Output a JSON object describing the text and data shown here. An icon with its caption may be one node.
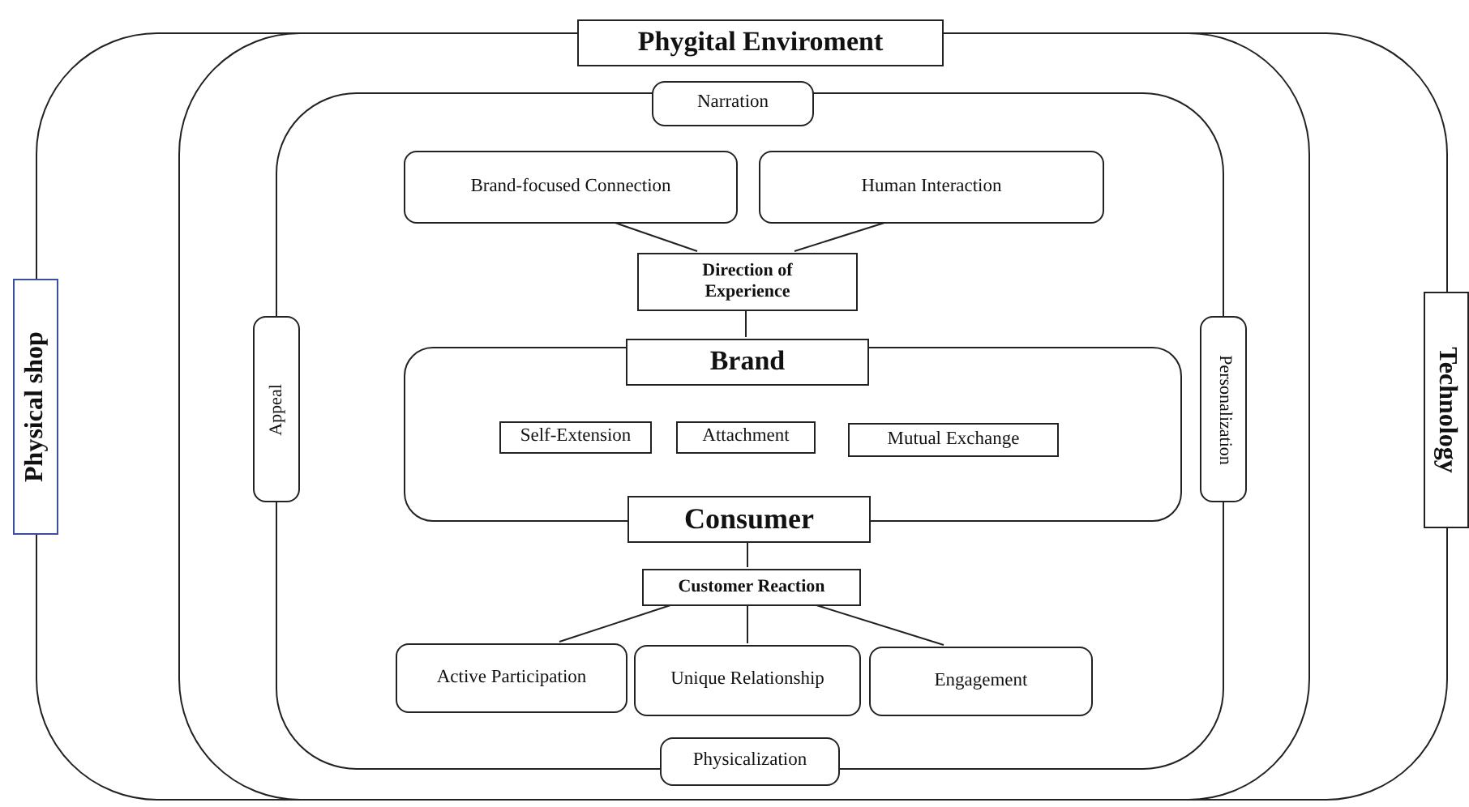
{
  "diagram": {
    "nodes": [
      {
        "text": [
          "Physical shop"
        ]
      },
      {
        "text": [
          "Technology"
        ]
      },
      {
        "text": [
          "Phygital Enviroment"
        ]
      },
      {
        "text": [],
        "shape": "box"
      },
      {
        "text": [
          "Narration"
        ]
      },
      {
        "text": [
          "Brand-focused Connection"
        ],
        "in": 3
      },
      {
        "text": [
          "Human Interaction"
        ],
        "in": 3
      },
      {
        "text": [
          "Direction of Experience"
        ],
        "in": 3
      },
      {
        "text": [
          "Appeal"
        ]
      },
      {
        "text": [
          "Personalization"
        ]
      },
      {
        "text": [],
        "shape": "box",
        "in": 3
      },
      {
        "text": [
          "Brand"
        ],
        "in": 3
      },
      {
        "text": [
          "Self-Extension"
        ],
        "in": 10
      },
      {
        "text": [
          "Attachment"
        ],
        "in": 10
      },
      {
        "text": [
          "Mutual Exchange"
        ],
        "in": 10
      },
      {
        "text": [
          "Consumer"
        ],
        "in": 3
      },
      {
        "text": [
          "Customer Reaction"
        ],
        "in": 3
      },
      {
        "text": [
          "Active Participation"
        ],
        "in": 3
      },
      {
        "text": [
          "Unique Relationship"
        ],
        "in": 3
      },
      {
        "text": [
          "Engagement"
        ],
        "in": 3
      },
      {
        "text": [
          "Physicalization"
        ]
      }
    ],
    "edges": [
      {
        "from": 5,
        "to": 7,
        "arrow": "none"
      },
      {
        "from": 6,
        "to": 7,
        "arrow": "none"
      },
      {
        "from": 7,
        "to": 11,
        "arrow": "none"
      },
      {
        "from": 15,
        "to": 16,
        "arrow": "none"
      },
      {
        "from": 16,
        "to": 17,
        "arrow": "none"
      },
      {
        "from": 16,
        "to": 18,
        "arrow": "none"
      },
      {
        "from": 16,
        "to": 19,
        "arrow": "none"
      }
    ]
  }
}
